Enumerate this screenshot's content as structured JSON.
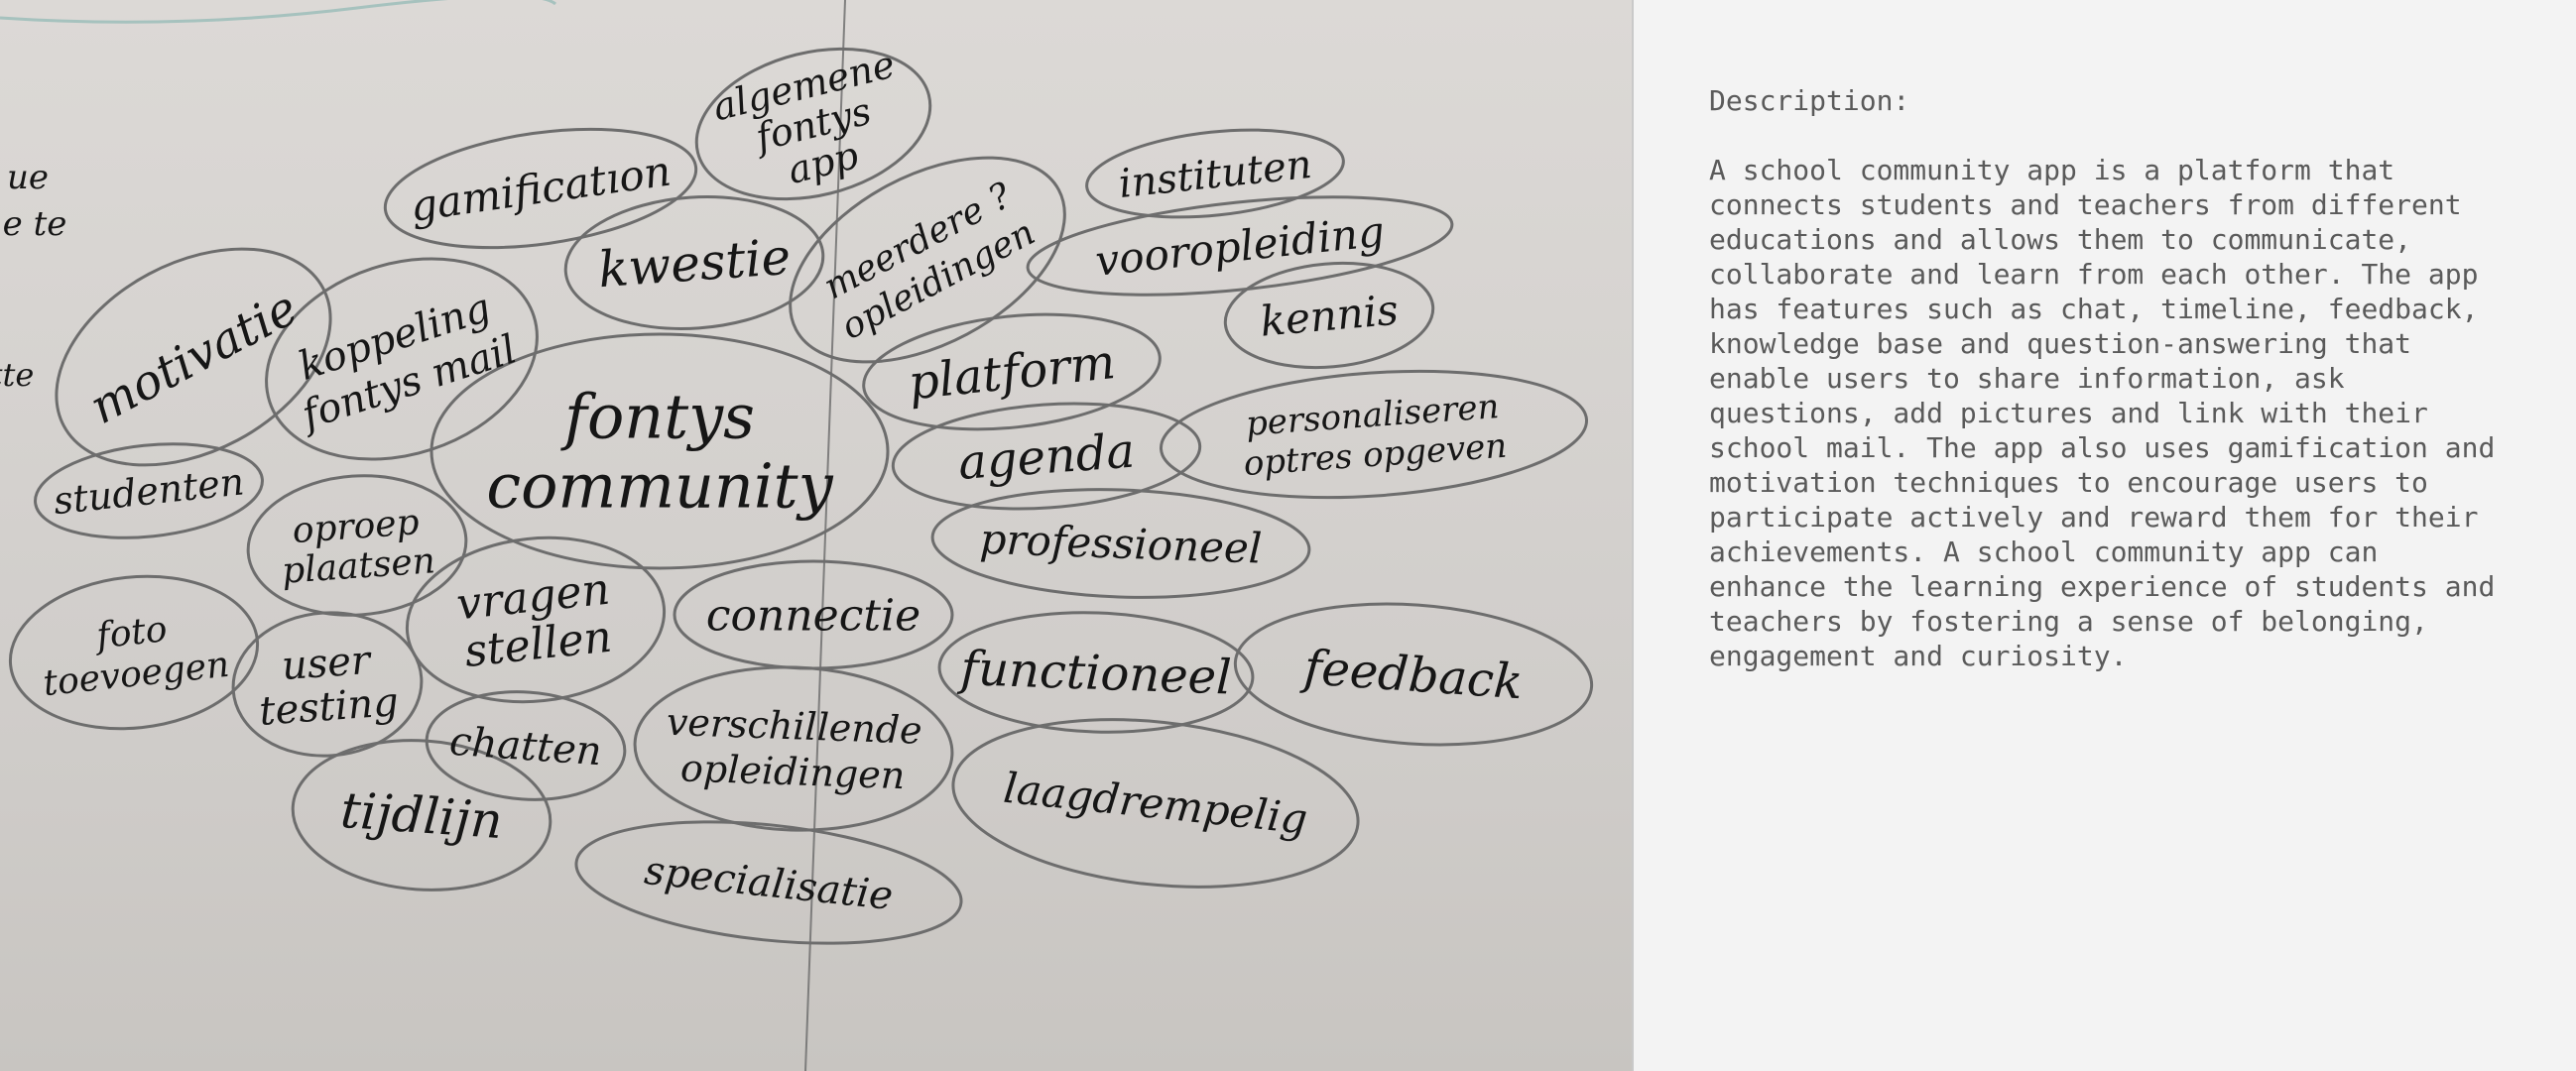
{
  "whiteboard": {
    "center": [
      "fontys",
      "community"
    ],
    "notes": [
      {
        "id": "gamification",
        "lines": [
          "gamificatıon"
        ]
      },
      {
        "id": "algemene",
        "lines": [
          "algemene",
          "fontys",
          "app"
        ]
      },
      {
        "id": "instituten",
        "lines": [
          "instituten"
        ]
      },
      {
        "id": "vooropleiding",
        "lines": [
          "vooropleiding"
        ]
      },
      {
        "id": "kennis",
        "lines": [
          "kennis"
        ]
      },
      {
        "id": "personaliseren",
        "lines": [
          "personaliseren",
          "optres opgeven"
        ]
      },
      {
        "id": "meerdere",
        "lines": [
          "meerdere ?",
          "opleidingen"
        ]
      },
      {
        "id": "kwestie",
        "lines": [
          "kwestie"
        ]
      },
      {
        "id": "koppeling",
        "lines": [
          "koppeling",
          "fontys mail"
        ]
      },
      {
        "id": "motivatie",
        "lines": [
          "motivatie"
        ]
      },
      {
        "id": "studenten",
        "lines": [
          "studenten"
        ]
      },
      {
        "id": "platform",
        "lines": [
          "platform"
        ]
      },
      {
        "id": "agenda",
        "lines": [
          "agenda"
        ]
      },
      {
        "id": "professioneel",
        "lines": [
          "professioneel"
        ]
      },
      {
        "id": "oproep",
        "lines": [
          "oproep",
          "plaatsen"
        ]
      },
      {
        "id": "vragen",
        "lines": [
          "vragen",
          "stellen"
        ]
      },
      {
        "id": "connectie",
        "lines": [
          "connectie"
        ]
      },
      {
        "id": "foto",
        "lines": [
          "foto",
          "toevoegen"
        ]
      },
      {
        "id": "usertesting",
        "lines": [
          "user",
          "testing"
        ]
      },
      {
        "id": "functioneel",
        "lines": [
          "functioneel"
        ]
      },
      {
        "id": "feedback",
        "lines": [
          "feedback"
        ]
      },
      {
        "id": "chatten",
        "lines": [
          "chatten"
        ]
      },
      {
        "id": "verschillende",
        "lines": [
          "verschillende",
          "opleidingen"
        ]
      },
      {
        "id": "laagdrempelig",
        "lines": [
          "laagdrempelig"
        ]
      },
      {
        "id": "tijdlijn",
        "lines": [
          "tijdlijn"
        ]
      },
      {
        "id": "specialisatie",
        "lines": [
          "specialisatie"
        ]
      },
      {
        "id": "edge-ue",
        "lines": [
          "ue"
        ]
      },
      {
        "id": "edge-te",
        "lines": [
          "e te"
        ]
      },
      {
        "id": "edge-tte",
        "lines": [
          "tte"
        ]
      }
    ]
  },
  "description": {
    "heading": "Description:",
    "text": "A school community app is a platform that connects students and teachers from different educations and allows them to communicate, collaborate and learn from each other. The app has features such as chat, timeline, feedback, knowledge base and question-answering that enable users to share information, ask questions, add pictures and link with their school mail. The app also uses gamification and motivation techniques to encourage users to participate actively and reward them for their achievements. A school community app can enhance the learning experience of students and teachers by fostering a sense of belonging, engagement and curiosity."
  }
}
